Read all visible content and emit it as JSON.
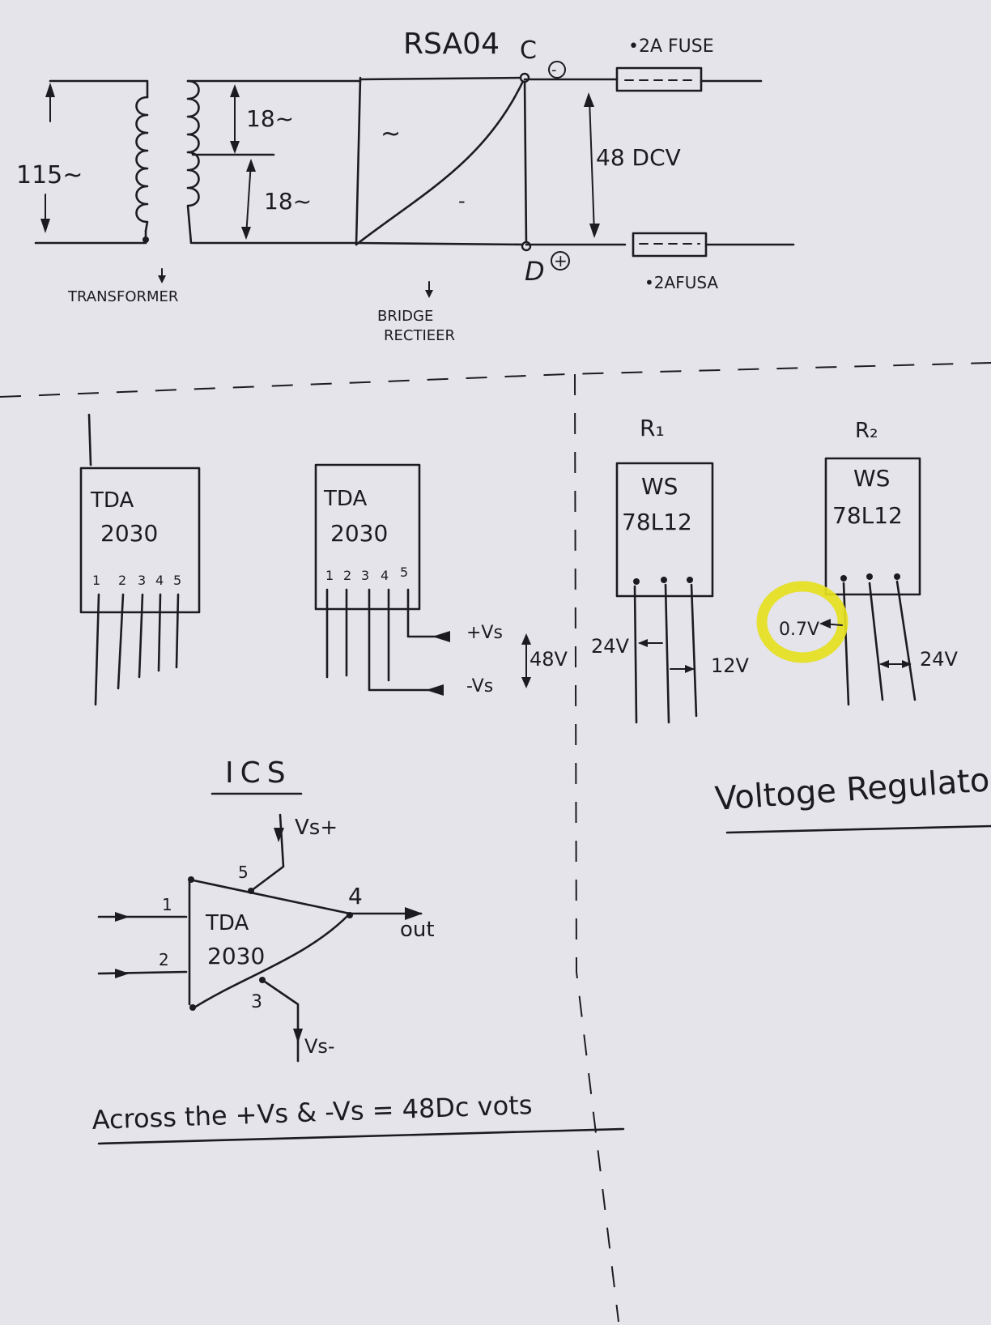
{
  "rectifier": {
    "part": "RSA04",
    "node_c": "C",
    "node_c_sign": "-",
    "node_d": "D",
    "node_d_sign": "+",
    "ac_symbol": "~",
    "dc_symbol": "-",
    "label": [
      "BRIDGE",
      "RECTIEER"
    ]
  },
  "transformer": {
    "primary": "115~",
    "secondary_upper": "18~",
    "secondary_lower": "18~",
    "label": "TRANSFORMER"
  },
  "output": {
    "voltage": "48 DCV",
    "fuse_top": "•2A FUSE",
    "fuse_bottom": "•2AFUSA"
  },
  "ic_packages": [
    {
      "line1": "TDA",
      "line2": "2030",
      "pins": [
        "1",
        "2",
        "3",
        "4",
        "5"
      ]
    },
    {
      "line1": "TDA",
      "line2": "2030",
      "pins": [
        "1",
        "2",
        "3",
        "4",
        "5"
      ]
    }
  ],
  "supply_labels": {
    "plus": "+Vs",
    "minus": "-Vs",
    "between": "48V"
  },
  "regulators": [
    {
      "ref": "R₁",
      "line1": "WS",
      "line2": "78L12",
      "left_v": "24V",
      "right_v": "12V"
    },
    {
      "ref": "R₂",
      "line1": "WS",
      "line2": "78L12",
      "left_v": "0.7V",
      "right_v": "24V"
    }
  ],
  "highlight_color": "#e6e01e",
  "ics_heading": "ICS",
  "regulator_heading": "Voltoge Regulato",
  "amp": {
    "line1": "TDA",
    "line2": "2030",
    "pin1": "1",
    "pin2": "2",
    "pin3": "3",
    "pin4": "4",
    "pin5": "5",
    "vs_plus": "Vs+",
    "vs_minus": "Vs-",
    "out": "out"
  },
  "note": "Across the  +Vs & -Vs = 48Dc vots"
}
